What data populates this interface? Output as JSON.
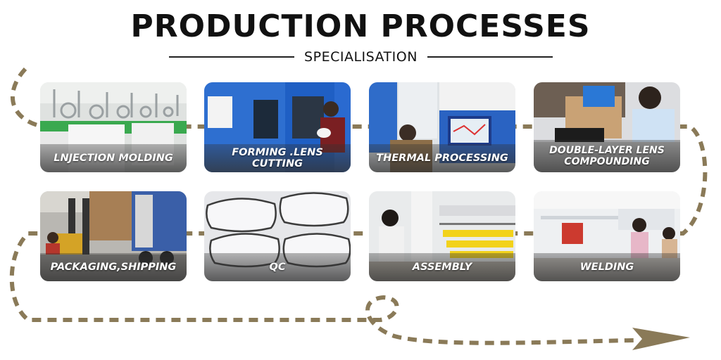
{
  "header": {
    "title": "PRODUCTION PROCESSES",
    "subtitle": "SPECIALISATION"
  },
  "steps": [
    {
      "label": "LNJECTION MOLDING"
    },
    {
      "label": "FORMING .LENS CUTTING"
    },
    {
      "label": "THERMAL PROCESSING"
    },
    {
      "label": "DOUBLE-LAYER LENS COMPOUNDING"
    },
    {
      "label": "PACKAGING,SHIPPING"
    },
    {
      "label": "QC"
    },
    {
      "label": "ASSEMBLY"
    },
    {
      "label": "WELDING"
    }
  ],
  "colors": {
    "path": "#8a7a58",
    "caption_bg": "#3a3a3a"
  }
}
